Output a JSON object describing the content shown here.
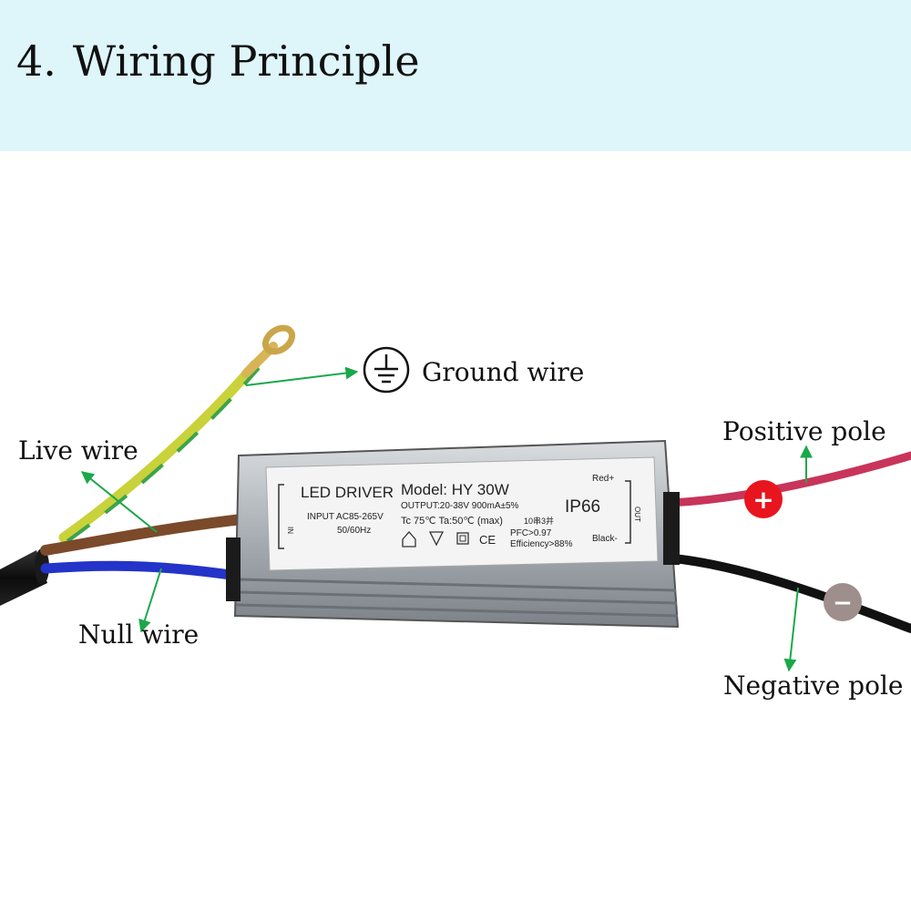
{
  "header": {
    "number": "4.",
    "title": "Wiring Principle"
  },
  "labels": {
    "ground": "Ground wire",
    "live": "Live wire",
    "null": "Null wire",
    "positive": "Positive pole",
    "negative": "Negative pole"
  },
  "driver": {
    "name": "LED DRIVER",
    "model": "Model: HY 30W",
    "input": "INPUT AC85-265V",
    "freq": "50/60Hz",
    "output": "OUTPUT:20-38V 900mA±5%",
    "temps": "Tc 75℃  Ta:50℃ (max)",
    "config": "10串3并",
    "ip": "IP66",
    "red": "Red+",
    "black": "Black-",
    "pfc": "PFC>0.97",
    "efficiency": "Efficiency>88%",
    "in_label": "IN",
    "out_label": "OUT",
    "ce": "CE"
  },
  "colors": {
    "header_bg": "#def6fa",
    "arrow": "#1aa84a",
    "positive_marker": "#e8141e",
    "negative_marker": "#9e8f8c",
    "live_wire": "#7a4a2a",
    "null_wire": "#2433c8",
    "positive_wire": "#c8345a",
    "negative_wire": "#111111"
  },
  "markers": {
    "positive": "+",
    "negative": "−"
  }
}
